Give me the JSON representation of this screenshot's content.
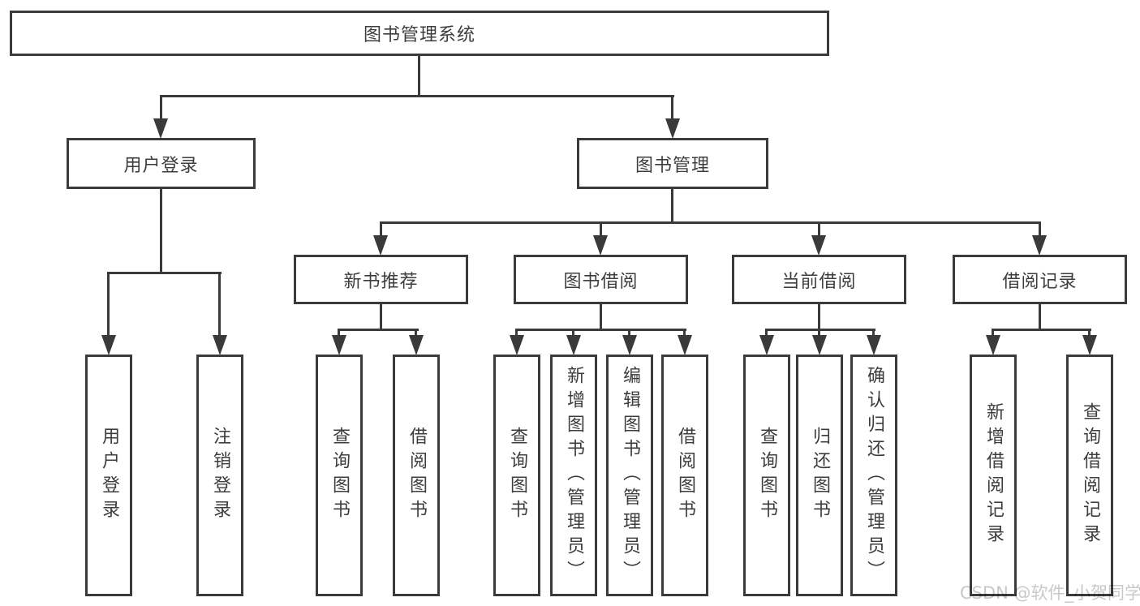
{
  "tree": {
    "label": "图书管理系统",
    "children": [
      {
        "label": "用户登录",
        "children": [
          {
            "label": "用户登录"
          },
          {
            "label": "注销登录"
          }
        ]
      },
      {
        "label": "图书管理",
        "children": [
          {
            "label": "新书推荐",
            "children": [
              {
                "label": "查询图书"
              },
              {
                "label": "借阅图书"
              }
            ]
          },
          {
            "label": "图书借阅",
            "children": [
              {
                "label": "查询图书"
              },
              {
                "label": "新增图书（管理员）"
              },
              {
                "label": "编辑图书（管理员）"
              },
              {
                "label": "借阅图书"
              }
            ]
          },
          {
            "label": "当前借阅",
            "children": [
              {
                "label": "查询图书"
              },
              {
                "label": "归还图书"
              },
              {
                "label": "确认归还（管理员）"
              }
            ]
          },
          {
            "label": "借阅记录",
            "children": [
              {
                "label": "新增借阅记录"
              },
              {
                "label": "查询借阅记录"
              }
            ]
          }
        ]
      }
    ]
  },
  "watermark": "CSDN @软件_小贺同学",
  "colors": {
    "line": "#3a3a3a",
    "box_border": "#3b3b3b",
    "text": "#3d3d3d",
    "watermark": "#c8c8c8",
    "background": "#ffffff"
  }
}
